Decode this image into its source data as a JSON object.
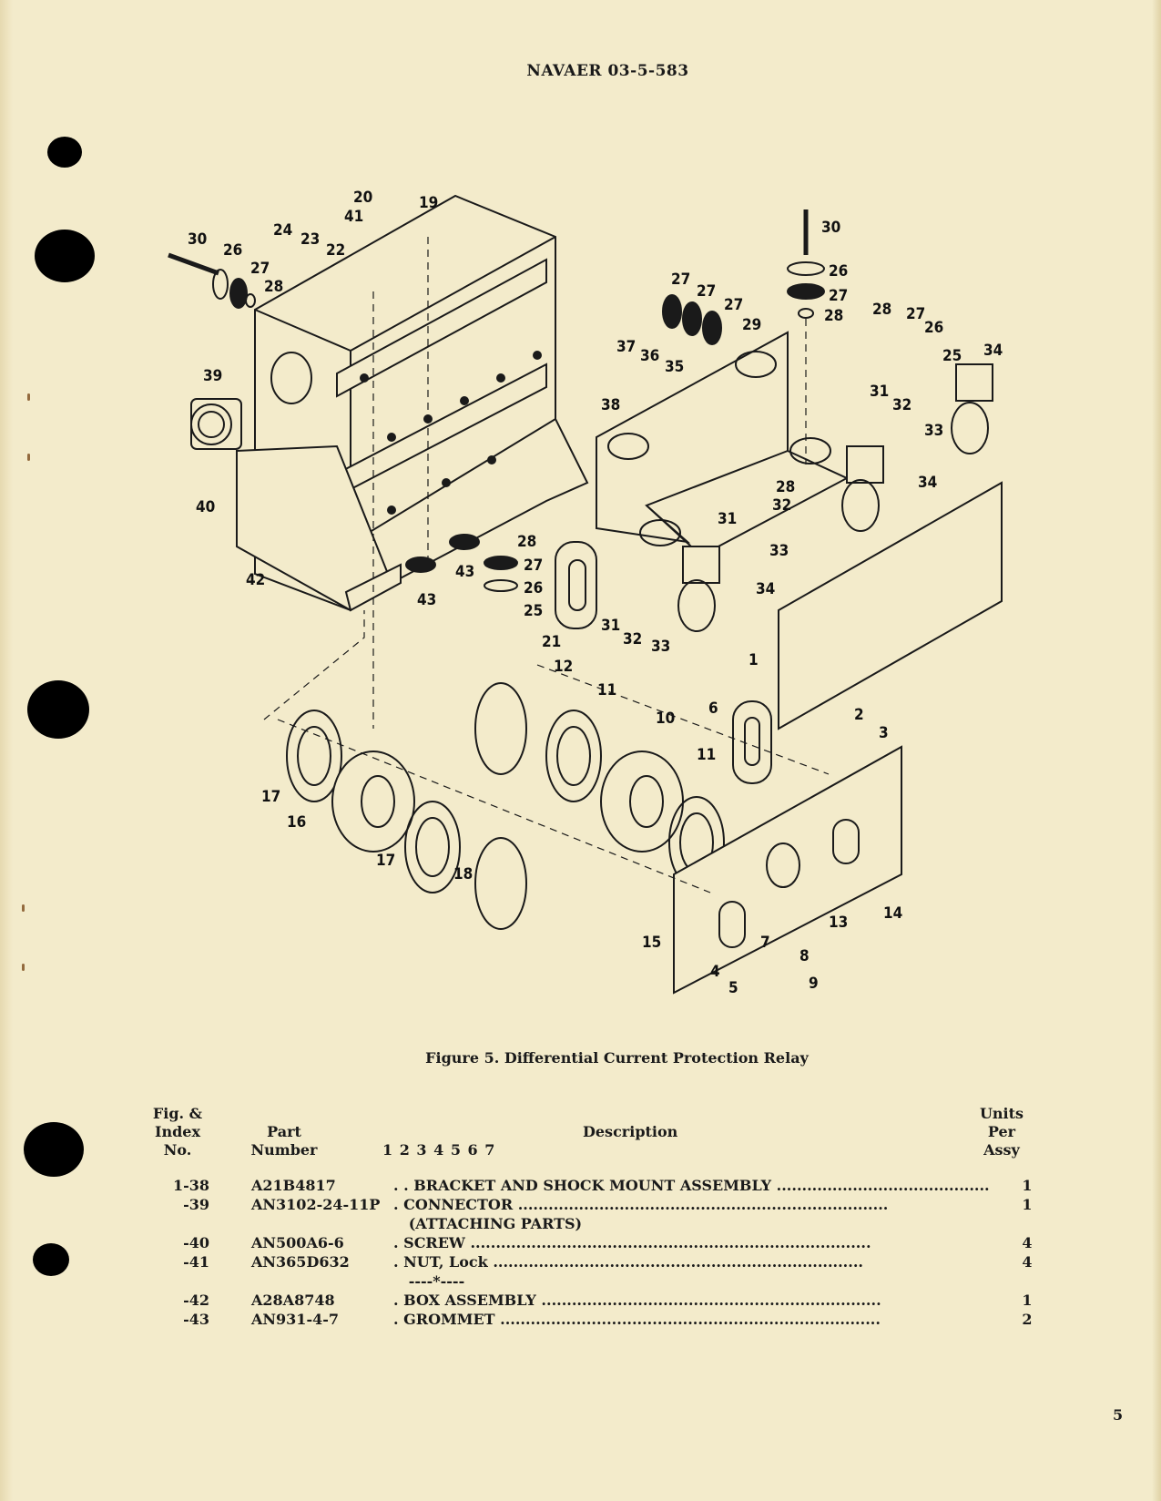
{
  "header": {
    "doc_number": "NAVAER 03-5-583"
  },
  "figure": {
    "caption": "Figure 5.   Differential Current Protection Relay",
    "callouts": [
      "1",
      "2",
      "3",
      "4",
      "5",
      "6",
      "7",
      "8",
      "9",
      "10",
      "11",
      "11",
      "12",
      "13",
      "14",
      "15",
      "16",
      "17",
      "17",
      "18",
      "19",
      "20",
      "21",
      "22",
      "23",
      "24",
      "25",
      "25",
      "26",
      "26",
      "26",
      "26",
      "27",
      "27",
      "27",
      "27",
      "27",
      "27",
      "27",
      "28",
      "28",
      "28",
      "28",
      "28",
      "29",
      "30",
      "30",
      "31",
      "31",
      "31",
      "32",
      "32",
      "32",
      "33",
      "33",
      "33",
      "34",
      "34",
      "34",
      "35",
      "36",
      "37",
      "38",
      "39",
      "40",
      "41",
      "42",
      "43",
      "43"
    ]
  },
  "table": {
    "headers": {
      "index": [
        "Fig. &",
        "Index",
        "No."
      ],
      "part": [
        "Part",
        "Number"
      ],
      "indent": "1 2 3 4 5 6 7",
      "description": "Description",
      "units": [
        "Units",
        "Per",
        "Assy"
      ]
    },
    "rows": [
      {
        "index": "1-38",
        "part": "A21B4817",
        "desc": ". . BRACKET AND SHOCK MOUNT ASSEMBLY ..........................................",
        "qty": "1"
      },
      {
        "index": "-39",
        "part": "AN3102-24-11P",
        "desc": ". CONNECTOR .........................................................................",
        "qty": "1"
      },
      {
        "index": "",
        "part": "",
        "desc": "   (ATTACHING PARTS)",
        "qty": ""
      },
      {
        "index": "-40",
        "part": "AN500A6-6",
        "desc": ". SCREW ...............................................................................",
        "qty": "4"
      },
      {
        "index": "-41",
        "part": "AN365D632",
        "desc": ". NUT, Lock .........................................................................",
        "qty": "4"
      },
      {
        "index": "",
        "part": "",
        "desc": "   ----*----",
        "qty": ""
      },
      {
        "index": "-42",
        "part": "A28A8748",
        "desc": ". BOX ASSEMBLY ...................................................................",
        "qty": "1"
      },
      {
        "index": "-43",
        "part": "AN931-4-7",
        "desc": ". GROMMET ...........................................................................",
        "qty": "2"
      }
    ]
  },
  "page_number": "5",
  "colors": {
    "paper": "#f3ebcb",
    "ink": "#1a1a1a"
  }
}
